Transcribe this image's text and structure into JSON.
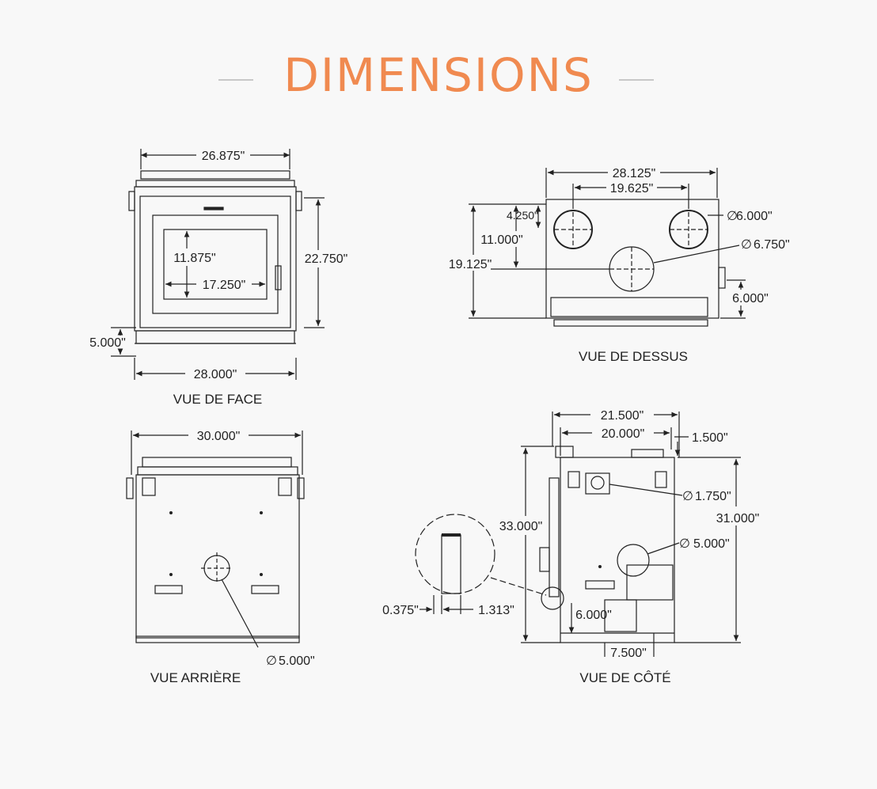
{
  "title": "DIMENSIONS",
  "colors": {
    "title": "#f08a50",
    "rule": "#c8c8c8",
    "line": "#222222",
    "background": "#f8f8f8"
  },
  "views": {
    "face": {
      "caption": "VUE DE FACE",
      "dims": {
        "top_width": "26.875\"",
        "height": "22.750\"",
        "glass_height": "11.875\"",
        "glass_width": "17.250\"",
        "base": "5.000\"",
        "bottom_width": "28.000\""
      }
    },
    "top": {
      "caption": "VUE DE DESSUS",
      "dims": {
        "width": "28.125\"",
        "inner_width": "19.625\"",
        "d4250": "4.250\"",
        "d11000": "11.000\"",
        "d19125": "19.125\"",
        "dia6000": "6.000\"",
        "dia6750": "6.750\"",
        "side6000": "6.000\""
      }
    },
    "rear": {
      "caption": "VUE ARRIÈRE",
      "dims": {
        "width": "30.000\"",
        "dia5000": "5.000\""
      }
    },
    "side": {
      "caption": "VUE DE CÔTÉ",
      "dims": {
        "width": "21.500\"",
        "inner_width": "20.000\"",
        "d1500": "1.500\"",
        "dia1750": "1.750\"",
        "height31": "31.000\"",
        "height33": "33.000\"",
        "dia5000": "5.000\"",
        "d0375": "0.375\"",
        "d1313": "1.313\"",
        "d6000": "6.000\"",
        "d7500": "7.500\""
      }
    }
  }
}
